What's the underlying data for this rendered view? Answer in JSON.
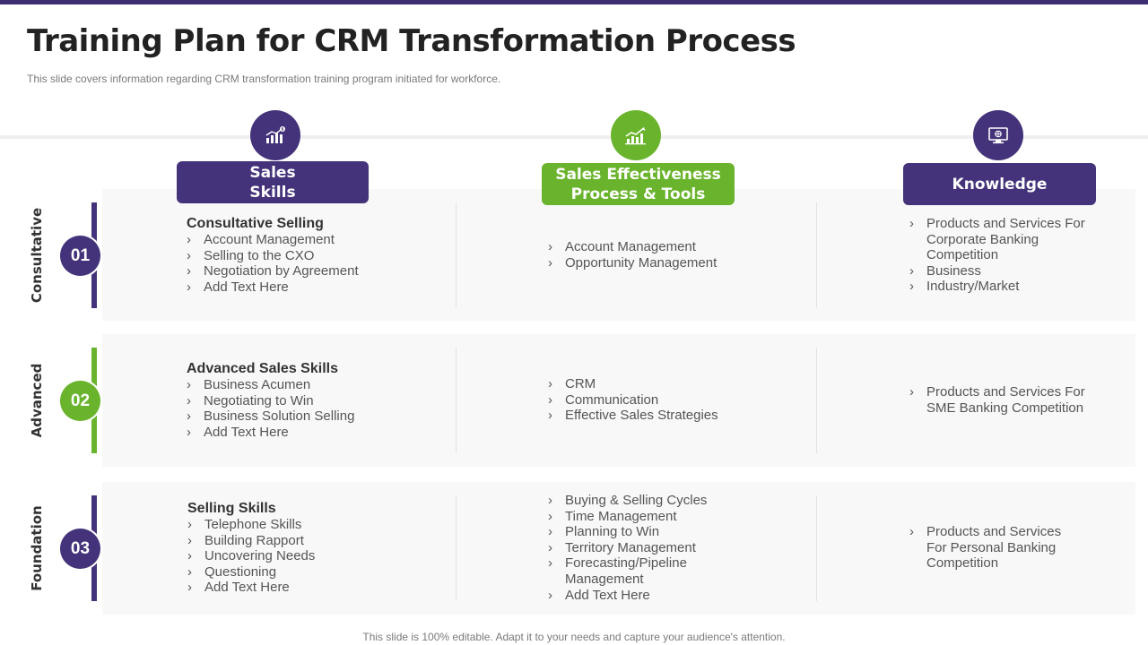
{
  "slide": {
    "title": "Training Plan for CRM Transformation Process",
    "subtitle": "This slide covers information regarding CRM transformation training program  initiated for workforce.",
    "footer": "This slide is 100% editable. Adapt it to your needs and capture your audience's attention."
  },
  "columns": [
    {
      "title": "Sales Skills",
      "icon": "bar-chart-icon",
      "color": "#44337a"
    },
    {
      "title": "Sales Effectiveness Process & Tools",
      "icon": "growth-chart-icon",
      "color": "#6ab42d"
    },
    {
      "title": "Knowledge",
      "icon": "monitor-icon",
      "color": "#44337a"
    }
  ],
  "rows": [
    {
      "label": "Consultative",
      "number": "01",
      "color": "#44337a",
      "cells": [
        {
          "title": "Consultative Selling",
          "items": [
            "Account Management",
            "Selling to the CXO",
            "Negotiation by Agreement",
            "Add Text Here"
          ]
        },
        {
          "title": "",
          "items": [
            "Account Management",
            "Opportunity Management"
          ]
        },
        {
          "title": "",
          "items": [
            "Products and Services For Corporate Banking Competition",
            "Business",
            "Industry/Market"
          ]
        }
      ]
    },
    {
      "label": "Advanced",
      "number": "02",
      "color": "#6ab42d",
      "cells": [
        {
          "title": "Advanced Sales Skills",
          "items": [
            "Business Acumen",
            "Negotiating to Win",
            "Business Solution Selling",
            "Add Text Here"
          ]
        },
        {
          "title": "",
          "items": [
            "CRM",
            "Communication",
            "Effective Sales Strategies"
          ]
        },
        {
          "title": "",
          "items": [
            "Products and Services For SME Banking Competition"
          ]
        }
      ]
    },
    {
      "label": "Foundation",
      "number": "03",
      "color": "#44337a",
      "cells": [
        {
          "title": "Selling Skills",
          "items": [
            "Telephone Skills",
            "Building Rapport",
            "Uncovering Needs",
            "Questioning",
            "Add Text Here"
          ]
        },
        {
          "title": "",
          "items": [
            "Buying & Selling Cycles",
            "Time Management",
            "Planning to Win",
            "Territory Management",
            "Forecasting/Pipeline Management",
            "Add Text Here"
          ]
        },
        {
          "title": "",
          "items": [
            "Products and Services For Personal Banking Competition"
          ]
        }
      ]
    }
  ]
}
